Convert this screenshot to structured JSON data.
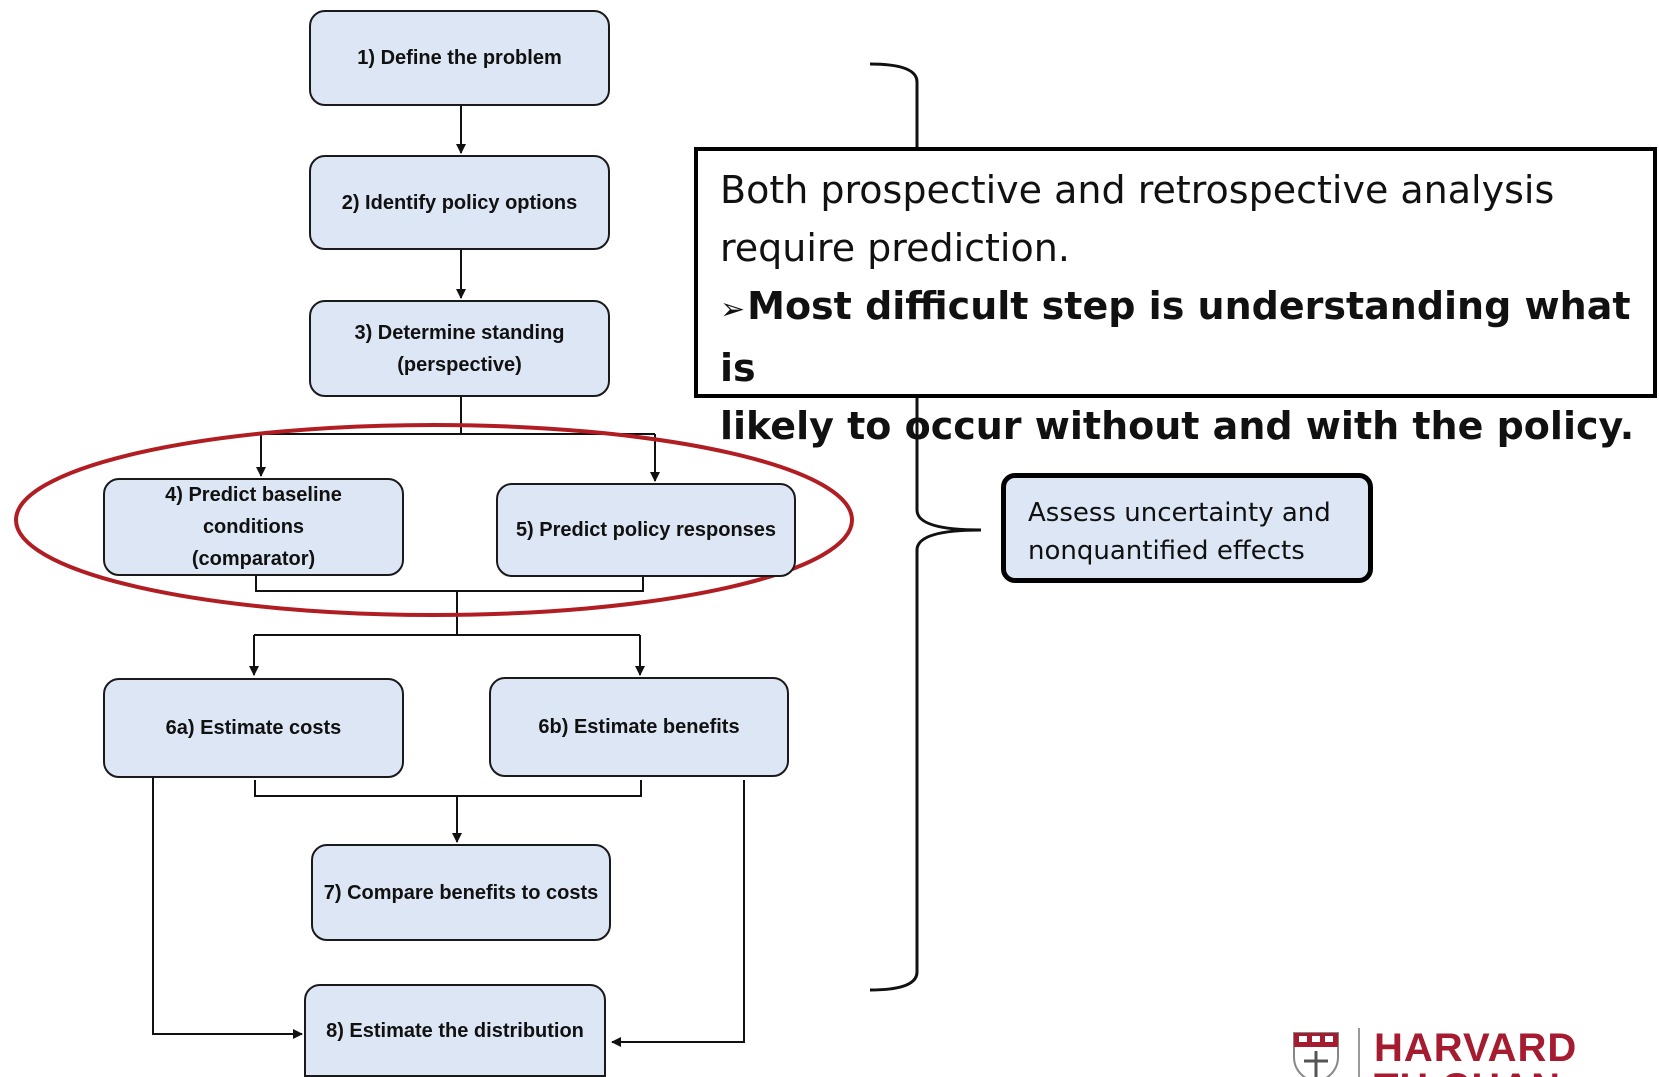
{
  "flowchart": {
    "steps": {
      "s1": "1) Define the problem",
      "s2": "2) Identify policy options",
      "s3_line1": "3) Determine standing",
      "s3_line2": "(perspective)",
      "s4_line1": "4) Predict baseline conditions",
      "s4_line2": "(comparator)",
      "s5": "5) Predict policy responses",
      "s6a": "6a) Estimate costs",
      "s6b": "6b) Estimate benefits",
      "s7": "7) Compare benefits to costs",
      "s8": "8) Estimate the distribution"
    },
    "box_fill": "#dce6f4",
    "highlight_color": "#b01e24"
  },
  "callout": {
    "line1": "Both prospective and retrospective analysis",
    "line2": "require prediction.",
    "bullet": "➢",
    "bold_line1": "Most difficult step is understanding what is",
    "bold_line2": "likely to occur without and with the policy."
  },
  "assess": {
    "line1": "Assess uncertainty and",
    "line2": "nonquantified effects"
  },
  "logo": {
    "line1": "HARVARD",
    "line2": "TH CHAN",
    "color": "#a51c30"
  }
}
